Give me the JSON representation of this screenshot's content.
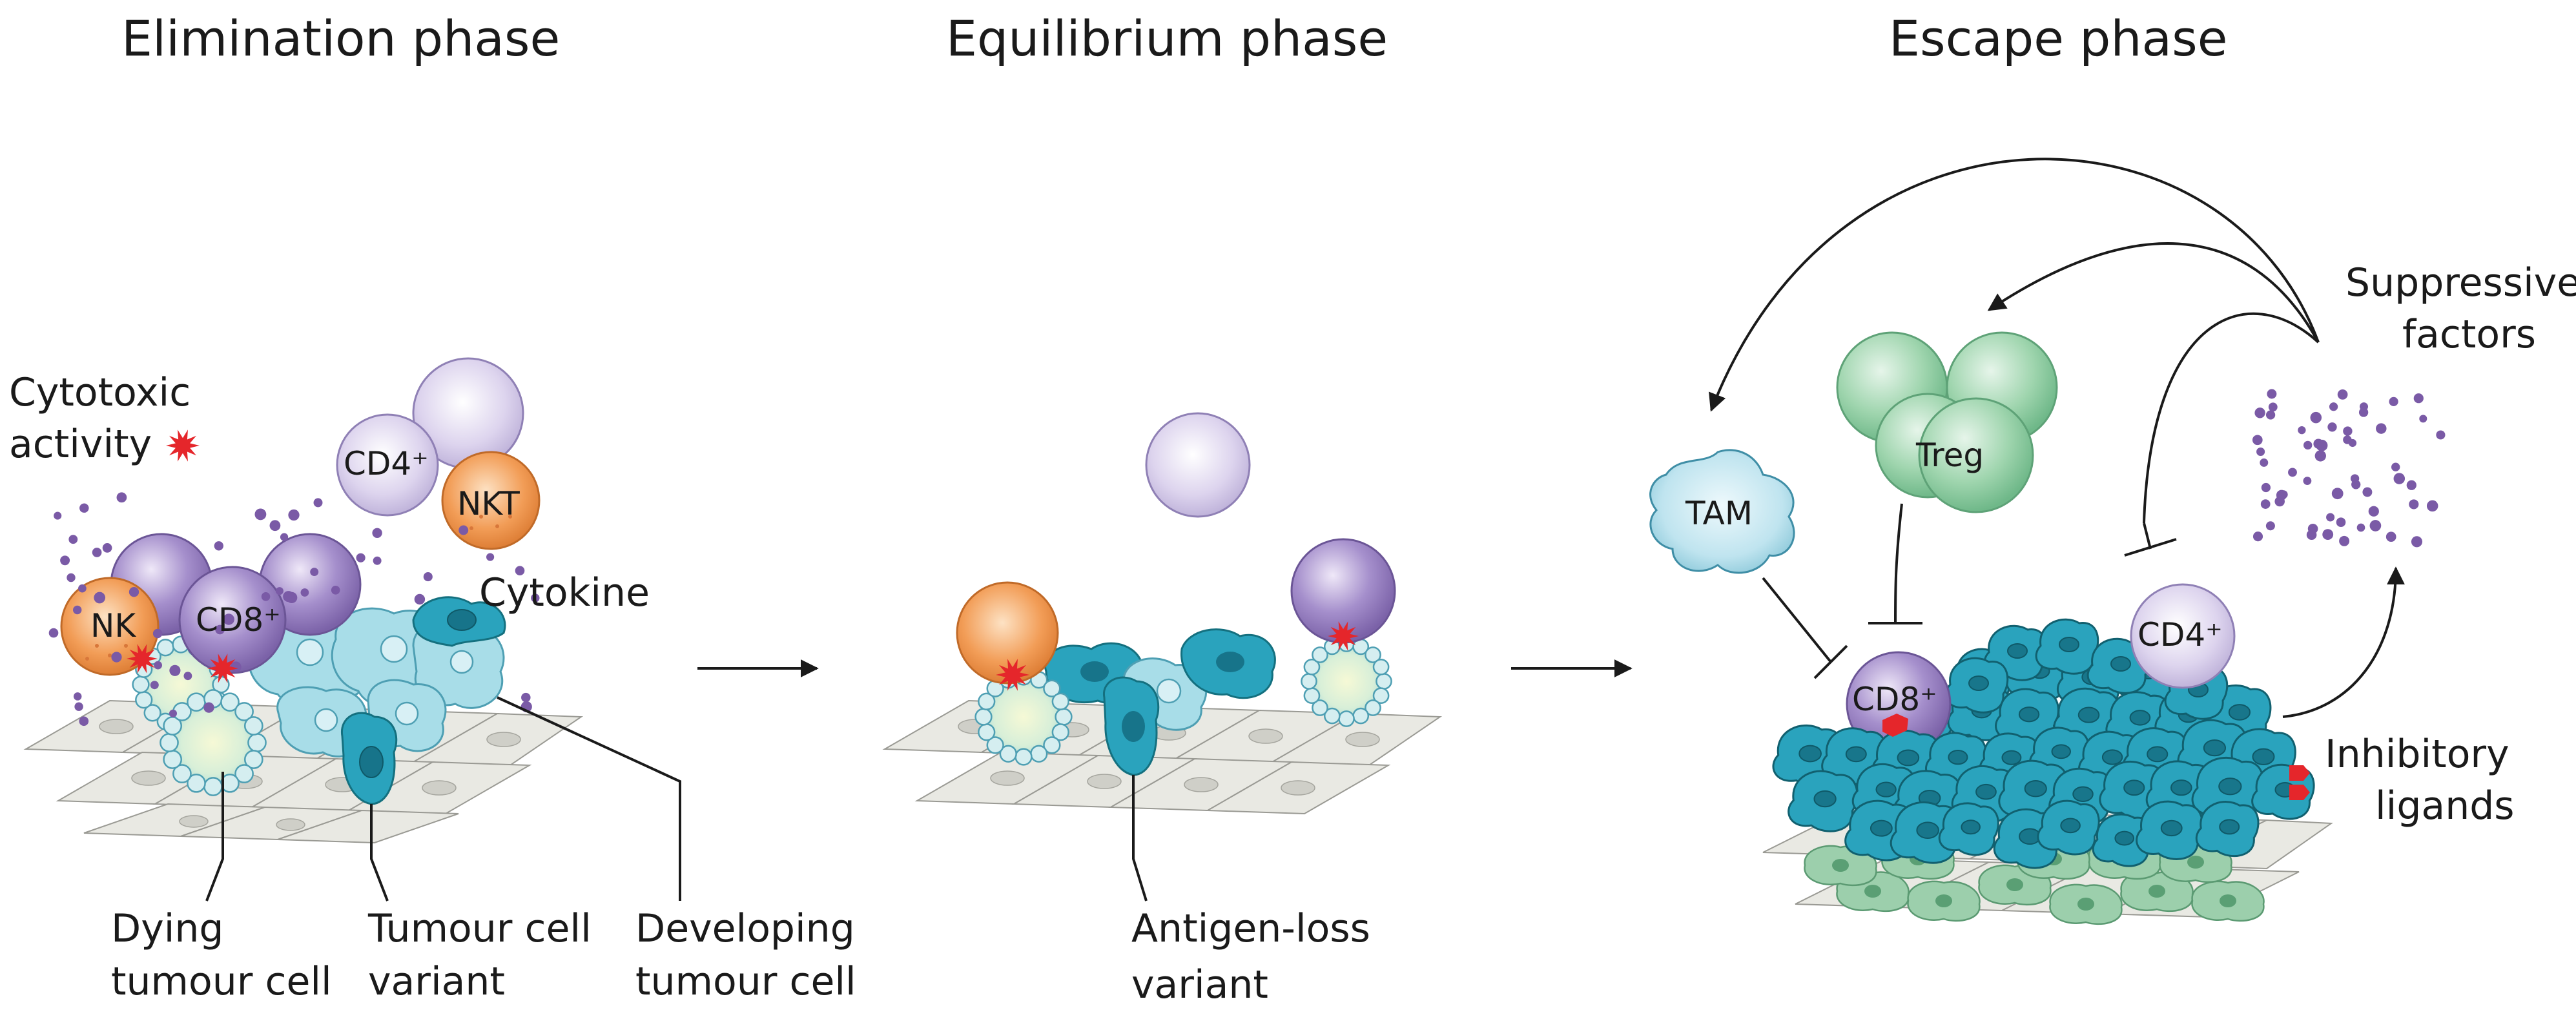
{
  "phases": {
    "elimination": "Elimination phase",
    "equilibrium": "Equilibrium phase",
    "escape": "Escape phase"
  },
  "elimination": {
    "cytotoxic_line1": "Cytotoxic",
    "cytotoxic_line2": "activity",
    "cytokine": "Cytokine",
    "cells": {
      "cd4": "CD4⁺",
      "nkt": "NKT",
      "nk": "NK",
      "cd8": "CD8⁺"
    },
    "dying_line1": "Dying",
    "dying_line2": "tumour cell",
    "variant_line1": "Tumour cell",
    "variant_line2": "variant",
    "developing_line1": "Developing",
    "developing_line2": "tumour cell"
  },
  "equilibrium": {
    "antigen_line1": "Antigen-loss",
    "antigen_line2": "variant"
  },
  "escape": {
    "suppressive_line1": "Suppressive",
    "suppressive_line2": "factors",
    "inhibitory_line1": "Inhibitory",
    "inhibitory_line2": "ligands",
    "cells": {
      "treg": "Treg",
      "tam": "TAM",
      "cd8": "CD8⁺",
      "cd4": "CD4⁺"
    }
  },
  "colors": {
    "purple_cell": "#a58fcc",
    "lilac_cell": "#dcd3ec",
    "orange_cell": "#f0a05a",
    "teal_tumour": "#2aa3bd",
    "light_tumour": "#a8dde8",
    "green_treg": "#9fd5ae",
    "stroma_green": "#9ccfac",
    "tissue_grey": "#e9e9e3",
    "star_red": "#e5262b"
  }
}
